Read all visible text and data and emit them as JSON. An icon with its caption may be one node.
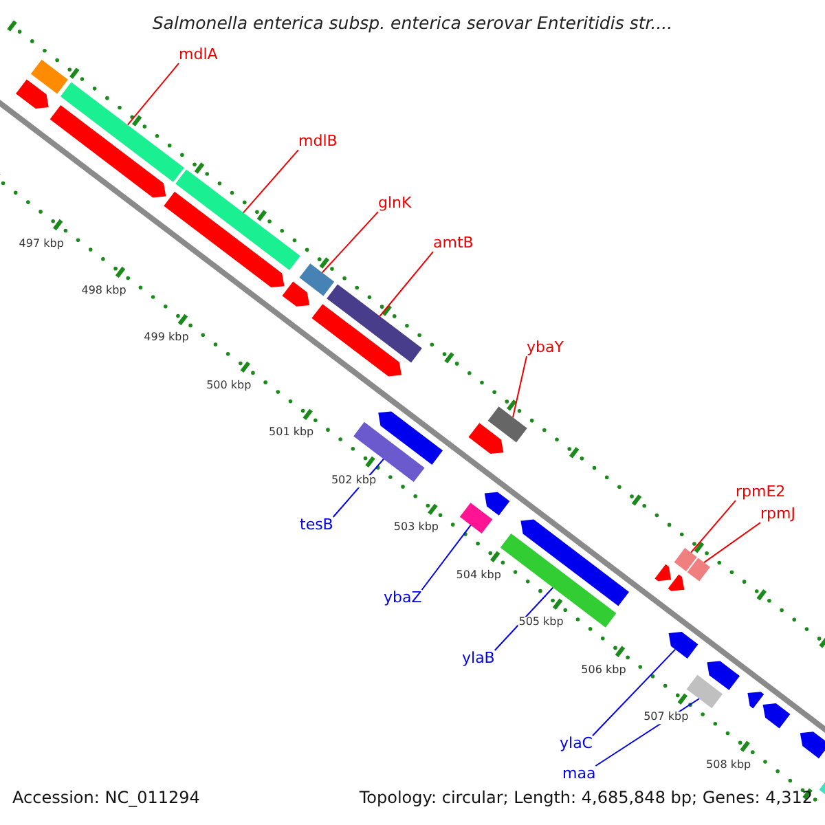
{
  "diagram": {
    "title": "Salmonella enterica subsp. enterica serovar Enteritidis str....",
    "nodes": [
      {
        "text": [
          "mdlA"
        ]
      },
      {
        "text": [],
        "shape": "bar"
      },
      {
        "text": [
          "mdlB"
        ]
      },
      {
        "text": [],
        "shape": "bar"
      },
      {
        "text": [
          "glnK"
        ]
      },
      {
        "text": [],
        "shape": "bar"
      },
      {
        "text": [
          "amtB"
        ]
      },
      {
        "text": [],
        "shape": "bar"
      },
      {
        "text": [
          "ybaY"
        ]
      },
      {
        "text": [],
        "shape": "bar"
      },
      {
        "text": [
          "rpmE2"
        ]
      },
      {
        "text": [],
        "shape": "bar"
      },
      {
        "text": [
          "rpmJ"
        ]
      },
      {
        "text": [],
        "shape": "bar"
      },
      {
        "text": [
          "tesB"
        ]
      },
      {
        "text": [],
        "shape": "bar"
      },
      {
        "text": [
          "ybaZ"
        ]
      },
      {
        "text": [],
        "shape": "bar"
      },
      {
        "text": [
          "ylaB"
        ]
      },
      {
        "text": [],
        "shape": "bar"
      },
      {
        "text": [
          "ylaC"
        ]
      },
      {
        "text": [],
        "shape": "arrow"
      },
      {
        "text": [
          "maa"
        ]
      },
      {
        "text": [],
        "shape": "bar"
      },
      {
        "text": [],
        "shape": "bar"
      },
      {
        "text": [],
        "shape": "arrow"
      },
      {
        "text": [],
        "shape": "arrow"
      },
      {
        "text": [],
        "shape": "arrow"
      },
      {
        "text": [],
        "shape": "arrow"
      },
      {
        "text": [],
        "shape": "arrow"
      },
      {
        "text": [],
        "shape": "arrow"
      },
      {
        "text": [],
        "shape": "arrow"
      },
      {
        "text": [],
        "shape": "arrow"
      },
      {
        "text": [],
        "shape": "arrow"
      },
      {
        "text": [],
        "shape": "arrow"
      },
      {
        "text": [],
        "shape": "arrow"
      },
      {
        "text": [],
        "shape": "arrow"
      },
      {
        "text": [],
        "shape": "arrow"
      },
      {
        "text": [],
        "shape": "arrow"
      },
      {
        "text": [],
        "shape": "arrow"
      },
      {
        "text": [],
        "shape": "bar"
      }
    ],
    "edges": [
      {
        "from": 0,
        "to": 1,
        "arrow": "none"
      },
      {
        "from": 2,
        "to": 3,
        "arrow": "none"
      },
      {
        "from": 4,
        "to": 5,
        "arrow": "none"
      },
      {
        "from": 6,
        "to": 7,
        "arrow": "none"
      },
      {
        "from": 8,
        "to": 9,
        "arrow": "none"
      },
      {
        "from": 10,
        "to": 11,
        "arrow": "none"
      },
      {
        "from": 12,
        "to": 13,
        "arrow": "none"
      },
      {
        "from": 14,
        "to": 15,
        "arrow": "none",
        "color": "#0000ee"
      },
      {
        "from": 16,
        "to": 17,
        "arrow": "none",
        "color": "#0000ee"
      },
      {
        "from": 18,
        "to": 19,
        "arrow": "none",
        "color": "#0000ee"
      },
      {
        "from": 20,
        "to": 21,
        "arrow": "none",
        "color": "#0000ee"
      },
      {
        "from": 22,
        "to": 23,
        "arrow": "none",
        "color": "#0000ee"
      }
    ],
    "labels": [
      "497 kbp",
      "498 kbp",
      "499 kbp",
      "500 kbp",
      "501 kbp",
      "502 kbp",
      "503 kbp",
      "504 kbp",
      "505 kbp",
      "506 kbp",
      "507 kbp",
      "508 kbp",
      "Accession: NC_011294",
      "Topology: circular; Length: 4,685,848 bp; Genes: 4,312"
    ]
  }
}
